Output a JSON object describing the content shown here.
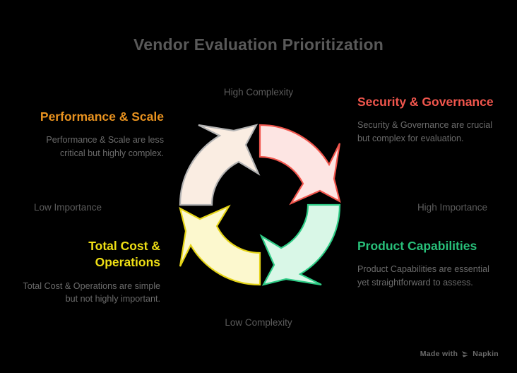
{
  "title": "Vendor Evaluation Prioritization",
  "axes": {
    "top": "High Complexity",
    "bottom": "Low Complexity",
    "left": "Low Importance",
    "right": "High Importance"
  },
  "quadrants": [
    {
      "id": "performance",
      "title": "Performance & Scale",
      "description": "Performance & Scale are less critical but highly complex.",
      "color": "#E8921F",
      "fill": "#FAEDE2",
      "stroke": "#B3B3B3",
      "position": "top-left"
    },
    {
      "id": "security",
      "title": "Security & Governance",
      "description": "Security & Governance are crucial but complex for evaluation.",
      "color": "#F1564D",
      "fill": "#FDE5E3",
      "stroke": "#F1564D",
      "position": "top-right"
    },
    {
      "id": "cost",
      "title": "Total Cost & Operations",
      "description": "Total Cost & Operations are simple but not highly important.",
      "color": "#EFDF15",
      "fill": "#FCF8CE",
      "stroke": "#E5D417",
      "position": "bottom-left"
    },
    {
      "id": "product",
      "title": "Product Capabilities",
      "description": "Product Capabilities are essential yet straightforward to assess.",
      "color": "#28C07A",
      "fill": "#D9F7E7",
      "stroke": "#2ECC86",
      "position": "bottom-right"
    }
  ],
  "footer": {
    "prefix": "Made with",
    "brand": "Napkin",
    "icon": "napkin-logo-icon"
  },
  "theme": {
    "background": "#000000",
    "title_color": "#595959",
    "axis_color": "#5C5C5C",
    "body_text_color": "#6B6B6B"
  },
  "chart_data": {
    "type": "cycle",
    "title": "Vendor Evaluation Prioritization",
    "x_axis": {
      "low": "Low Importance",
      "high": "High Importance"
    },
    "y_axis": {
      "low": "Low Complexity",
      "high": "High Complexity"
    },
    "items": [
      {
        "label": "Performance & Scale",
        "importance": "low",
        "complexity": "high"
      },
      {
        "label": "Security & Governance",
        "importance": "high",
        "complexity": "high"
      },
      {
        "label": "Total Cost & Operations",
        "importance": "low",
        "complexity": "low"
      },
      {
        "label": "Product Capabilities",
        "importance": "high",
        "complexity": "low"
      }
    ]
  }
}
